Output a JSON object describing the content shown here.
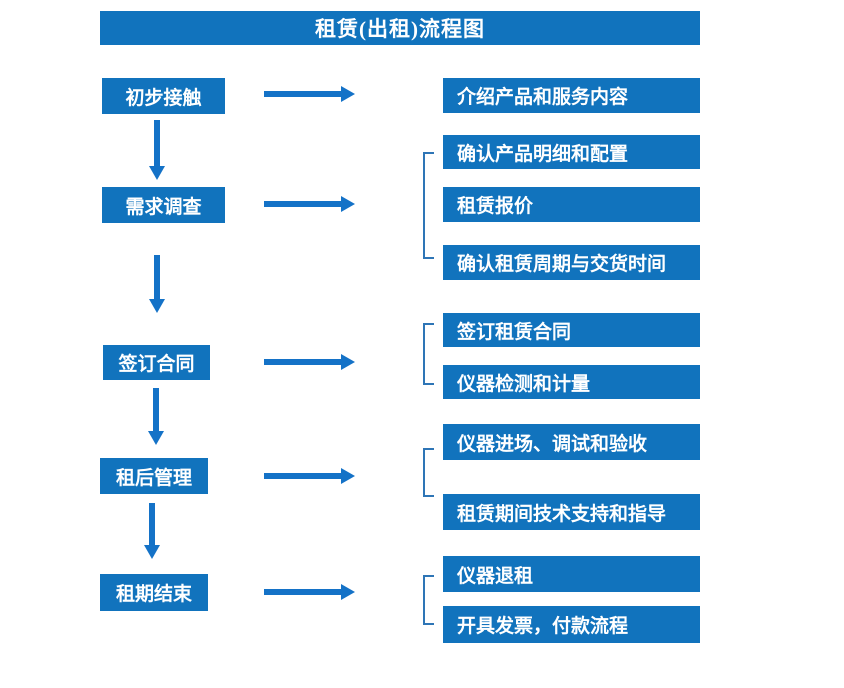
{
  "title": "租赁(出租)流程图",
  "colors": {
    "box_blue": "#1173BD",
    "arrow_blue": "#1472C7",
    "bracket_blue": "#2E75B6",
    "text_white": "#FFFFFF",
    "background": "#FFFFFF"
  },
  "flow": [
    {
      "step": "初步接触",
      "details": [
        "介绍产品和服务内容"
      ]
    },
    {
      "step": "需求调查",
      "details": [
        "确认产品明细和配置",
        "租赁报价",
        "确认租赁周期与交货时间"
      ]
    },
    {
      "step": "签订合同",
      "details": [
        "签订租赁合同",
        "仪器检测和计量"
      ]
    },
    {
      "step": "租后管理",
      "details": [
        "仪器进场、调试和验收",
        "租赁期间技术支持和指导"
      ]
    },
    {
      "step": "租期结束",
      "details": [
        "仪器退租",
        "开具发票，付款流程"
      ]
    }
  ]
}
